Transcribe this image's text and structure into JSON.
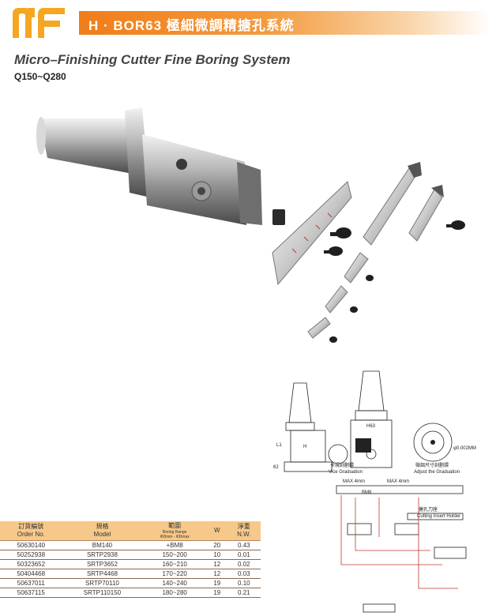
{
  "header": {
    "title": "H · BOR63 極細微調精搪孔系統",
    "accent_color": "#f07d1a",
    "logo_color": "#f5a623"
  },
  "subtitle": "Micro–Finishing Cutter Fine Boring System",
  "range": "Q150~Q280",
  "drawing": {
    "label_l1": "L1",
    "label_62": "62",
    "label_h": "H",
    "label_h63": "H63",
    "label_d": "φ",
    "label_vice": "Vice Graduation",
    "label_vice_zh": "卡規刻劃環",
    "label_adjust": "Adjust the Graduation",
    "label_adjust_zh": "微調尺寸刻劃環",
    "label_precision": "φ0.002MM",
    "label_max1": "MAX 4mm",
    "label_max2": "MAX 4mm",
    "label_bm8": "BM8",
    "label_cutting": "Cutting Insert Holder",
    "label_cutting_zh": "搪孔刀座"
  },
  "table": {
    "headers": {
      "order_zh": "訂貨編號",
      "order_en": "Order No.",
      "model_zh": "規格",
      "model_en": "Model",
      "range_zh": "範圍",
      "range_en": "Boring Range",
      "range_sub": "ΦDmin - ΦDmax",
      "w": "W",
      "nw_zh": "淨重",
      "nw_en": "N.W."
    },
    "rows": [
      {
        "order": "50630140",
        "model": "BM140",
        "range": "+BM8",
        "w": "20",
        "nw": "0.43"
      },
      {
        "order": "50252938",
        "model": "SRTP2938",
        "range": "150~200",
        "w": "10",
        "nw": "0.01"
      },
      {
        "order": "50323652",
        "model": "SRTP3652",
        "range": "160~210",
        "w": "12",
        "nw": "0.02"
      },
      {
        "order": "50404468",
        "model": "SRTP4468",
        "range": "170~220",
        "w": "12",
        "nw": "0.03"
      },
      {
        "order": "50637011",
        "model": "SRTP70110",
        "range": "140~240",
        "w": "19",
        "nw": "0.10"
      },
      {
        "order": "50637115",
        "model": "SRTP110150",
        "range": "180~280",
        "w": "19",
        "nw": "0.21"
      }
    ]
  }
}
